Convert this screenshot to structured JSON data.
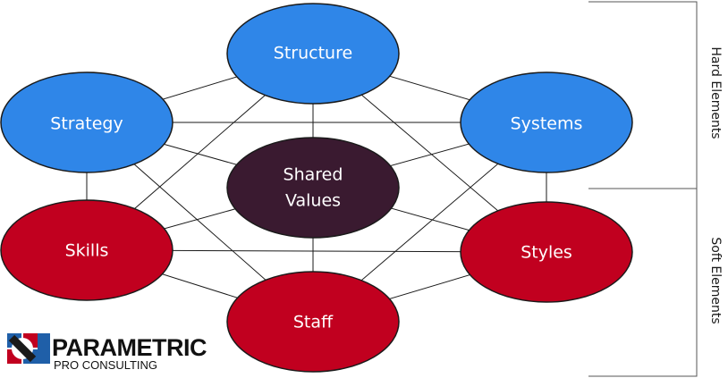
{
  "diagram": {
    "nodes": {
      "structure": {
        "label": "Structure",
        "group": "hard"
      },
      "strategy": {
        "label": "Strategy",
        "group": "hard"
      },
      "systems": {
        "label": "Systems",
        "group": "hard"
      },
      "shared_values": {
        "line1": "Shared",
        "line2": "Values",
        "group": "center"
      },
      "skills": {
        "label": "Skills",
        "group": "soft"
      },
      "styles": {
        "label": "Styles",
        "group": "soft"
      },
      "staff": {
        "label": "Staff",
        "group": "soft"
      }
    },
    "brackets": {
      "hard": "Hard Elements",
      "soft": "Soft Elements"
    }
  },
  "logo": {
    "name": "PARAMETRIC",
    "tagline": "PRO CONSULTING"
  },
  "colors": {
    "hard_fill": "#2f86e8",
    "soft_fill": "#c1001f",
    "center_fill": "#3a1a30",
    "stroke": "#1a1a1a"
  }
}
